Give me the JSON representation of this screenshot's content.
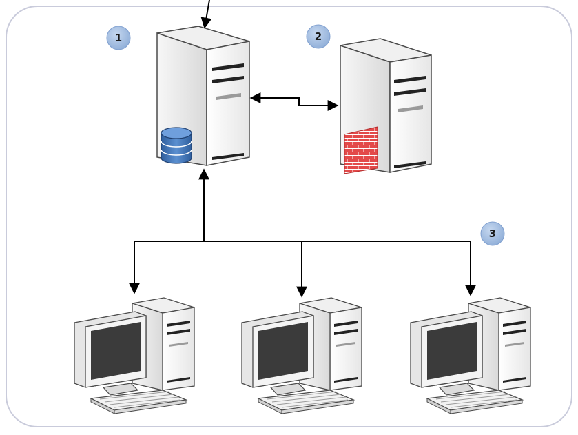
{
  "diagram": {
    "badges": [
      {
        "label": "1"
      },
      {
        "label": "2"
      },
      {
        "label": "3"
      }
    ],
    "nodes": {
      "database_server": {
        "icon": "database-server-icon"
      },
      "firewall_server": {
        "icon": "firewall-server-icon"
      },
      "workstations": [
        {
          "icon": "workstation-icon"
        },
        {
          "icon": "workstation-icon"
        },
        {
          "icon": "workstation-icon"
        }
      ]
    },
    "colors": {
      "frame": "#c9cbdb",
      "badge": "#9db9de",
      "database": "#3f73b6",
      "firewall": "#e34a4a",
      "screen": "#3b3b3b",
      "case": "#f2f2f2",
      "outline": "#4a4a4a"
    }
  }
}
